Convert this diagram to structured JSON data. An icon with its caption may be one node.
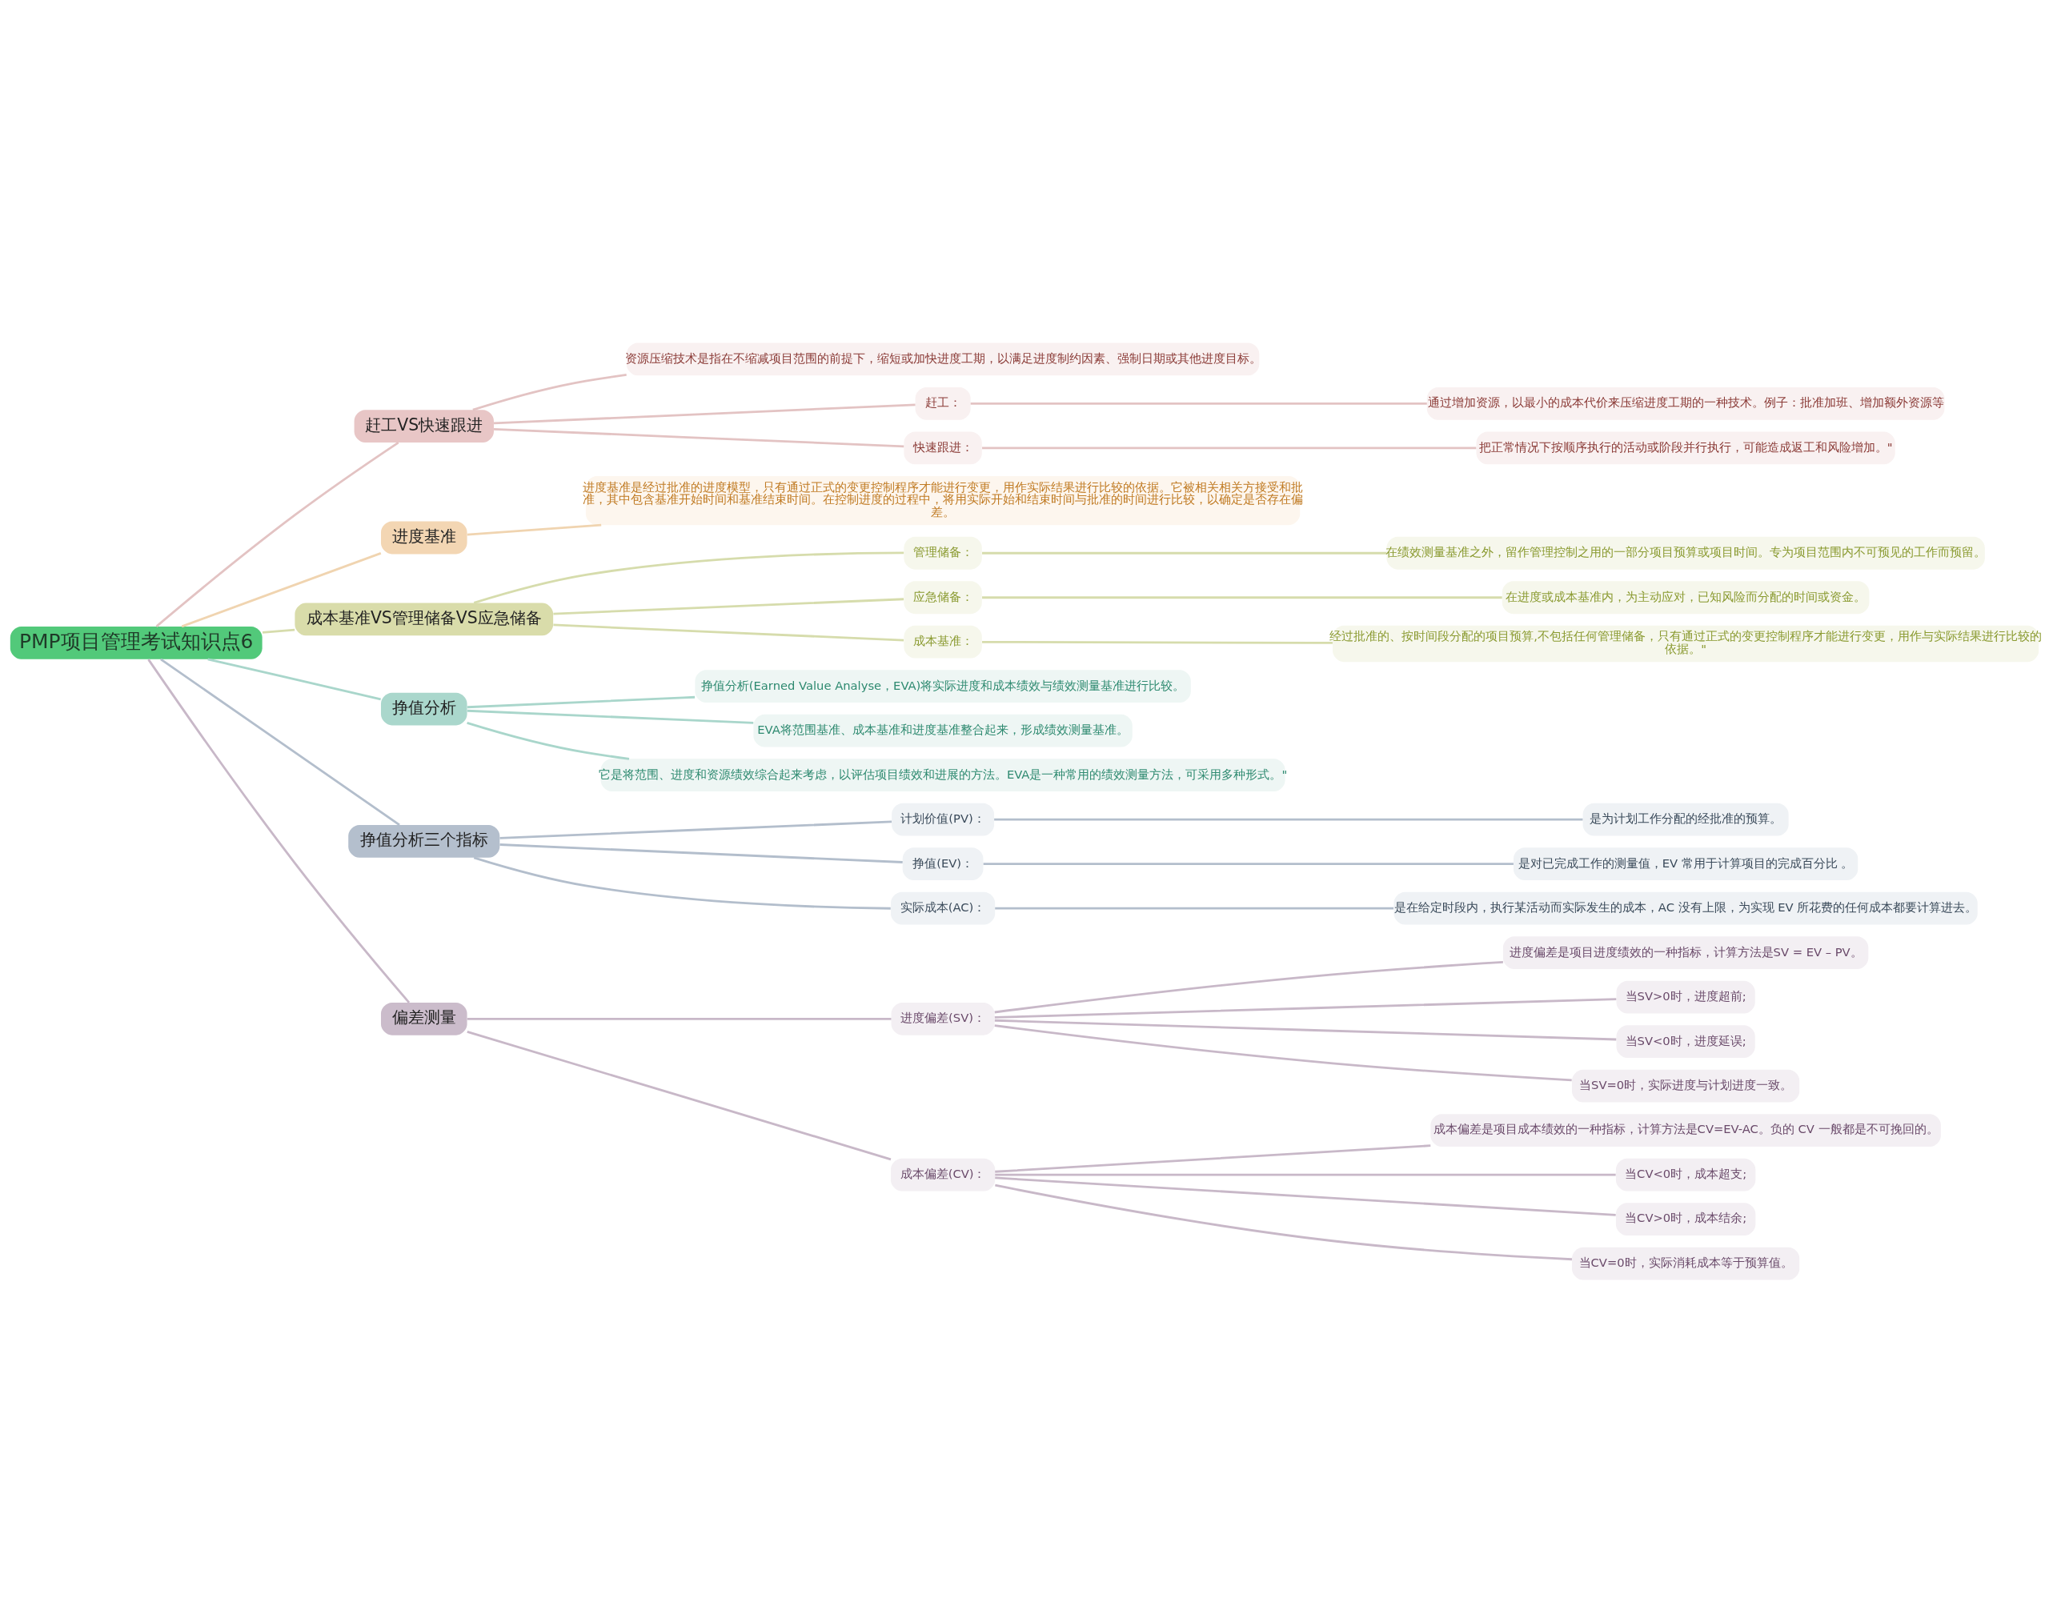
{
  "diagram": {
    "nodes": [
      {
        "text": [
          "PMP项目管理考试知识点6"
        ]
      },
      {
        "text": [
          "赶工VS快速跟进"
        ]
      },
      {
        "text": [
          "资源压缩技术是指在不缩减项目范围的前提下，缩短或加快进度工期，以满足进度制约因素、强制日期或其他进度目标。"
        ]
      },
      {
        "text": [
          "赶工："
        ]
      },
      {
        "text": [
          "通过增加资源，以最小的成本代价来压缩进度工期的一种技术。例子：批准加班、增加额外资源等"
        ]
      },
      {
        "text": [
          "快速跟进："
        ]
      },
      {
        "text": [
          "把正常情况下按顺序执行的活动或阶段并行执行，可能造成返工和风险增加。\""
        ]
      },
      {
        "text": [
          "进度基准"
        ]
      },
      {
        "text": [
          "进度基准是经过批准的进度模型，只有通过正式的变更控制程序才能进行变更，用作实际结果进行比较的依据。它被相关相关方接受和批准，其中包含基准开始时间和基准结束时间。在控制进度的过程中，将用实际开始和结束时间与批准的时间进行比较，以确定是否存在偏差。"
        ]
      },
      {
        "text": [
          "成本基准VS管理储备VS应急储备"
        ]
      },
      {
        "text": [
          "管理储备："
        ]
      },
      {
        "text": [
          "在绩效测量基准之外，留作管理控制之用的一部分项目预算或项目时间。专为项目范围内不可预见的工作而预留。"
        ]
      },
      {
        "text": [
          "应急储备："
        ]
      },
      {
        "text": [
          "在进度或成本基准内，为主动应对，已知风险而分配的时间或资金。"
        ]
      },
      {
        "text": [
          "成本基准："
        ]
      },
      {
        "text": [
          "经过批准的、按时间段分配的项目预算,不包括任何管理储备，只有通过正式的变更控制程序才能进行变更，用作与实际结果进行比较的依据。\""
        ]
      },
      {
        "text": [
          "挣值分析"
        ]
      },
      {
        "text": [
          "挣值分析(Earned Value Analyse，EVA)将实际进度和成本绩效与绩效测量基准进行比较。"
        ]
      },
      {
        "text": [
          "EVA将范围基准、成本基准和进度基准整合起来，形成绩效测量基准。"
        ]
      },
      {
        "text": [
          "它是将范围、进度和资源绩效综合起来考虑，以评估项目绩效和进展的方法。EVA是一种常用的绩效测量方法，可采用多种形式。\""
        ]
      },
      {
        "text": [
          "挣值分析三个指标"
        ]
      },
      {
        "text": [
          "计划价值(PV)："
        ]
      },
      {
        "text": [
          "是为计划工作分配的经批准的预算。"
        ]
      },
      {
        "text": [
          "挣值(EV)："
        ]
      },
      {
        "text": [
          "是对已完成工作的测量值，EV 常用于计算项目的完成百分比 。"
        ]
      },
      {
        "text": [
          "实际成本(AC)："
        ]
      },
      {
        "text": [
          "是在给定时段内，执行某活动而实际发生的成本，AC 没有上限，为实现 EV 所花费的任何成本都要计算进去。"
        ]
      },
      {
        "text": [
          "偏差测量"
        ]
      },
      {
        "text": [
          "进度偏差(SV)："
        ]
      },
      {
        "text": [
          "进度偏差是项目进度绩效的一种指标，计算方法是SV = EV – PV。"
        ]
      },
      {
        "text": [
          "当SV>0时，进度超前;"
        ]
      },
      {
        "text": [
          "当SV<0时，进度延误;"
        ]
      },
      {
        "text": [
          "当SV=0时，实际进度与计划进度一致。"
        ]
      },
      {
        "text": [
          "成本偏差(CV)："
        ]
      },
      {
        "text": [
          "成本偏差是项目成本绩效的一种指标，计算方法是CV=EV-AC。负的 CV 一般都是不可挽回的。"
        ]
      },
      {
        "text": [
          "当CV<0时，成本超支;"
        ]
      },
      {
        "text": [
          "当CV>0时，成本结余;"
        ]
      },
      {
        "text": [
          "当CV=0时，实际消耗成本等于预算值。"
        ]
      }
    ],
    "edges": [
      {
        "from": 0,
        "to": 1,
        "arrow": "none",
        "color": "#e3c3c3"
      },
      {
        "from": 1,
        "to": 2,
        "arrow": "none",
        "color": "#e3c3c3"
      },
      {
        "from": 1,
        "to": 3,
        "arrow": "none",
        "color": "#e3c3c3"
      },
      {
        "from": 3,
        "to": 4,
        "arrow": "none",
        "color": "#e3c3c3"
      },
      {
        "from": 1,
        "to": 5,
        "arrow": "none",
        "color": "#e3c3c3"
      },
      {
        "from": 5,
        "to": 6,
        "arrow": "none",
        "color": "#e3c3c3"
      },
      {
        "from": 0,
        "to": 7,
        "arrow": "none",
        "color": "#f0d4b0"
      },
      {
        "from": 7,
        "to": 8,
        "arrow": "none",
        "color": "#f0d4b0"
      },
      {
        "from": 0,
        "to": 9,
        "arrow": "none",
        "color": "#d6dcac"
      },
      {
        "from": 9,
        "to": 10,
        "arrow": "none",
        "color": "#d6dcac"
      },
      {
        "from": 10,
        "to": 11,
        "arrow": "none",
        "color": "#d6dcac"
      },
      {
        "from": 9,
        "to": 12,
        "arrow": "none",
        "color": "#d6dcac"
      },
      {
        "from": 12,
        "to": 13,
        "arrow": "none",
        "color": "#d6dcac"
      },
      {
        "from": 9,
        "to": 14,
        "arrow": "none",
        "color": "#d6dcac"
      },
      {
        "from": 14,
        "to": 15,
        "arrow": "none",
        "color": "#d6dcac"
      },
      {
        "from": 0,
        "to": 16,
        "arrow": "none",
        "color": "#a9d6cb"
      },
      {
        "from": 16,
        "to": 17,
        "arrow": "none",
        "color": "#a9d6cb"
      },
      {
        "from": 16,
        "to": 18,
        "arrow": "none",
        "color": "#a9d6cb"
      },
      {
        "from": 16,
        "to": 19,
        "arrow": "none",
        "color": "#a9d6cb"
      },
      {
        "from": 0,
        "to": 20,
        "arrow": "none",
        "color": "#b3becc"
      },
      {
        "from": 20,
        "to": 21,
        "arrow": "none",
        "color": "#b3becc"
      },
      {
        "from": 21,
        "to": 22,
        "arrow": "none",
        "color": "#b3becc"
      },
      {
        "from": 20,
        "to": 23,
        "arrow": "none",
        "color": "#b3becc"
      },
      {
        "from": 23,
        "to": 24,
        "arrow": "none",
        "color": "#b3becc"
      },
      {
        "from": 20,
        "to": 25,
        "arrow": "none",
        "color": "#b3becc"
      },
      {
        "from": 25,
        "to": 26,
        "arrow": "none",
        "color": "#b3becc"
      },
      {
        "from": 0,
        "to": 27,
        "arrow": "none"
      },
      {
        "from": 27,
        "to": 28,
        "arrow": "none"
      },
      {
        "from": 28,
        "to": 29,
        "arrow": "none"
      },
      {
        "from": 28,
        "to": 30,
        "arrow": "none"
      },
      {
        "from": 28,
        "to": 31,
        "arrow": "none"
      },
      {
        "from": 28,
        "to": 32,
        "arrow": "none"
      },
      {
        "from": 27,
        "to": 33,
        "arrow": "none"
      },
      {
        "from": 33,
        "to": 34,
        "arrow": "none"
      },
      {
        "from": 33,
        "to": 35,
        "arrow": "none"
      },
      {
        "from": 33,
        "to": 36,
        "arrow": "none"
      },
      {
        "from": 33,
        "to": 37,
        "arrow": "none"
      }
    ]
  }
}
